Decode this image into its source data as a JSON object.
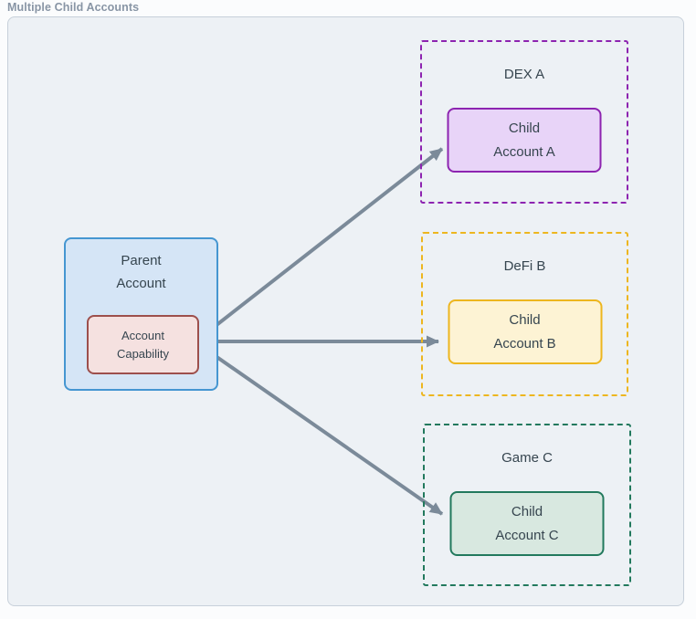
{
  "title": "Multiple Child Accounts",
  "colors": {
    "canvas_bg": "#fbfcfd",
    "panel_bg": "#edf1f5",
    "panel_border": "#c7d0da",
    "title_text": "#8895a5",
    "node_text": "#36454f",
    "arrow": "#7b8a99",
    "parent_fill": "#d5e5f6",
    "parent_border": "#4596d1",
    "capability_fill": "#f5e1e0",
    "capability_border": "#9d4f4c",
    "dex_accent": "#8d24b0",
    "dex_fill": "#e8d4f8",
    "defi_accent": "#edb61f",
    "defi_fill": "#fdf3d4",
    "game_accent": "#22795d",
    "game_fill": "#d8e8e0"
  },
  "diagram": {
    "parent": {
      "label": "Parent\nAccount",
      "capability_label": "Account\nCapability"
    },
    "groups": [
      {
        "label": "DEX A",
        "child_label": "Child\nAccount A"
      },
      {
        "label": "DeFi B",
        "child_label": "Child\nAccount B"
      },
      {
        "label": "Game C",
        "child_label": "Child\nAccount C"
      }
    ],
    "arrows": [
      {
        "from": "account-capability",
        "to": "child-account-a"
      },
      {
        "from": "account-capability",
        "to": "child-account-b"
      },
      {
        "from": "account-capability",
        "to": "child-account-c"
      }
    ]
  }
}
